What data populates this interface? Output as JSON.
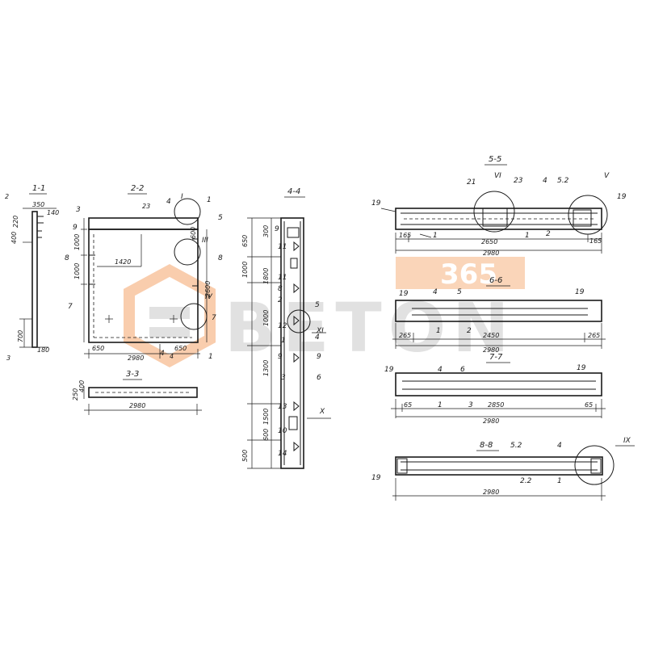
{
  "sections": {
    "s11": "1-1",
    "s22": "2-2",
    "s33": "3-3",
    "s44": "4-4",
    "s55": "5-5",
    "s66": "6-6",
    "s77": "7-7",
    "s88": "8-8"
  },
  "view11": {
    "dims": [
      "350",
      "140",
      "220",
      "2",
      "400",
      "700",
      "180",
      "3"
    ]
  },
  "view22": {
    "dims": [
      "23",
      "1000",
      "1000",
      "1420",
      "2600",
      "650",
      "2980",
      "650",
      "600",
      "4"
    ],
    "labels": [
      "3",
      "4",
      "1",
      "5",
      "9",
      "8",
      "8",
      "7",
      "7",
      "4",
      "1"
    ],
    "callouts": [
      "I",
      "III",
      "IV"
    ]
  },
  "view33": {
    "dims": [
      "250",
      "400",
      "2980"
    ]
  },
  "view44": {
    "dims": [
      "650",
      "300",
      "1000",
      "1800",
      "1000",
      "1300",
      "1500",
      "600",
      "500"
    ],
    "labels": [
      "9",
      "11",
      "11",
      "8",
      "2",
      "5",
      "12",
      "1",
      "9",
      "9",
      "3",
      "6",
      "13",
      "10",
      "14",
      "4"
    ],
    "callouts": [
      "XI",
      "X"
    ]
  },
  "view55": {
    "dims": [
      "165",
      "2650",
      "165",
      "2980"
    ],
    "labels": [
      "19",
      "21",
      "23",
      "4",
      "5.2",
      "19",
      "1",
      "1",
      "2"
    ],
    "callouts": [
      "VI",
      "V"
    ]
  },
  "view66": {
    "dims": [
      "265",
      "2450",
      "265",
      "2980"
    ],
    "labels": [
      "19",
      "4",
      "5",
      "19",
      "1",
      "2"
    ]
  },
  "view77": {
    "dims": [
      "65",
      "2850",
      "65",
      "2980"
    ],
    "labels": [
      "19",
      "4",
      "6",
      "19",
      "1",
      "3"
    ]
  },
  "view88": {
    "dims": [
      "2980"
    ],
    "labels": [
      "5.2",
      "4",
      "19",
      "2.2",
      "1"
    ],
    "callouts": [
      "IX"
    ]
  },
  "watermark": {
    "badge": "365",
    "word": "BETON",
    "color_orange": "#f4a46a",
    "color_gray": "#c9c9c9"
  }
}
